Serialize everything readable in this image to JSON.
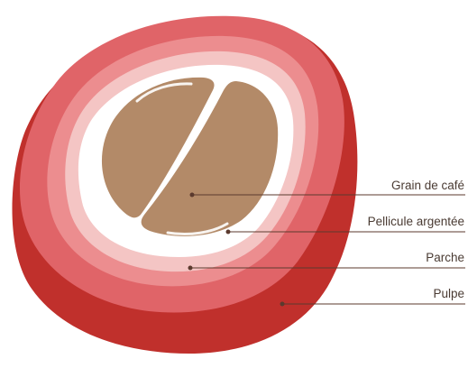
{
  "colors": {
    "pulp_dark": "#c0302c",
    "pulp_main": "#e06468",
    "pulp_light": "#ec8d8f",
    "parchment": "#f4c5c4",
    "silver_skin": "#ffffff",
    "bean": "#b38a68",
    "line": "#5b3a2e",
    "text": "#4a3b33"
  },
  "labels": [
    {
      "id": "grain",
      "text": "Grain de café"
    },
    {
      "id": "pellicule",
      "text": "Pellicule argentée"
    },
    {
      "id": "parche",
      "text": "Parche"
    },
    {
      "id": "pulpe",
      "text": "Pulpe"
    }
  ]
}
